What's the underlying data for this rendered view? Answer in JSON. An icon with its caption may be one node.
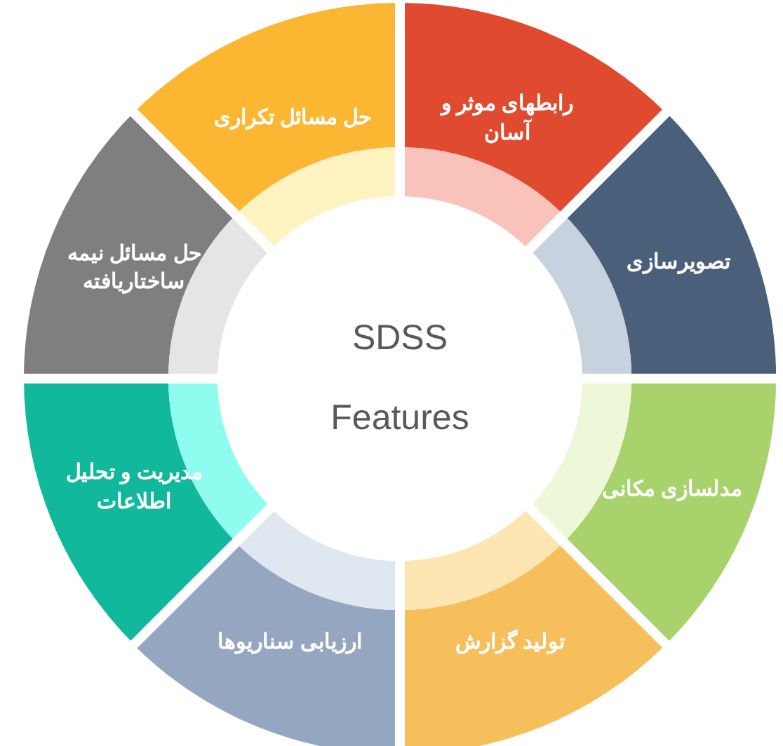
{
  "diagram": {
    "nodes": [
      {
        "text": [
          "SDSS",
          "Features"
        ]
      },
      {
        "text": [
          "رابطهای موثر و آسان"
        ]
      },
      {
        "text": [
          "تصویرسازی"
        ]
      },
      {
        "text": [
          "مدلسازی مکانی"
        ]
      },
      {
        "text": [
          "تولید گزارش"
        ]
      },
      {
        "text": [
          "ارزیابی سناریوها"
        ]
      },
      {
        "text": [
          "مدیریت و تحلیل اطلاعات"
        ]
      },
      {
        "text": [
          "حل مسائل نیمه ساختاریافته"
        ]
      },
      {
        "text": [
          "حل مسائل تکراری"
        ]
      }
    ]
  }
}
